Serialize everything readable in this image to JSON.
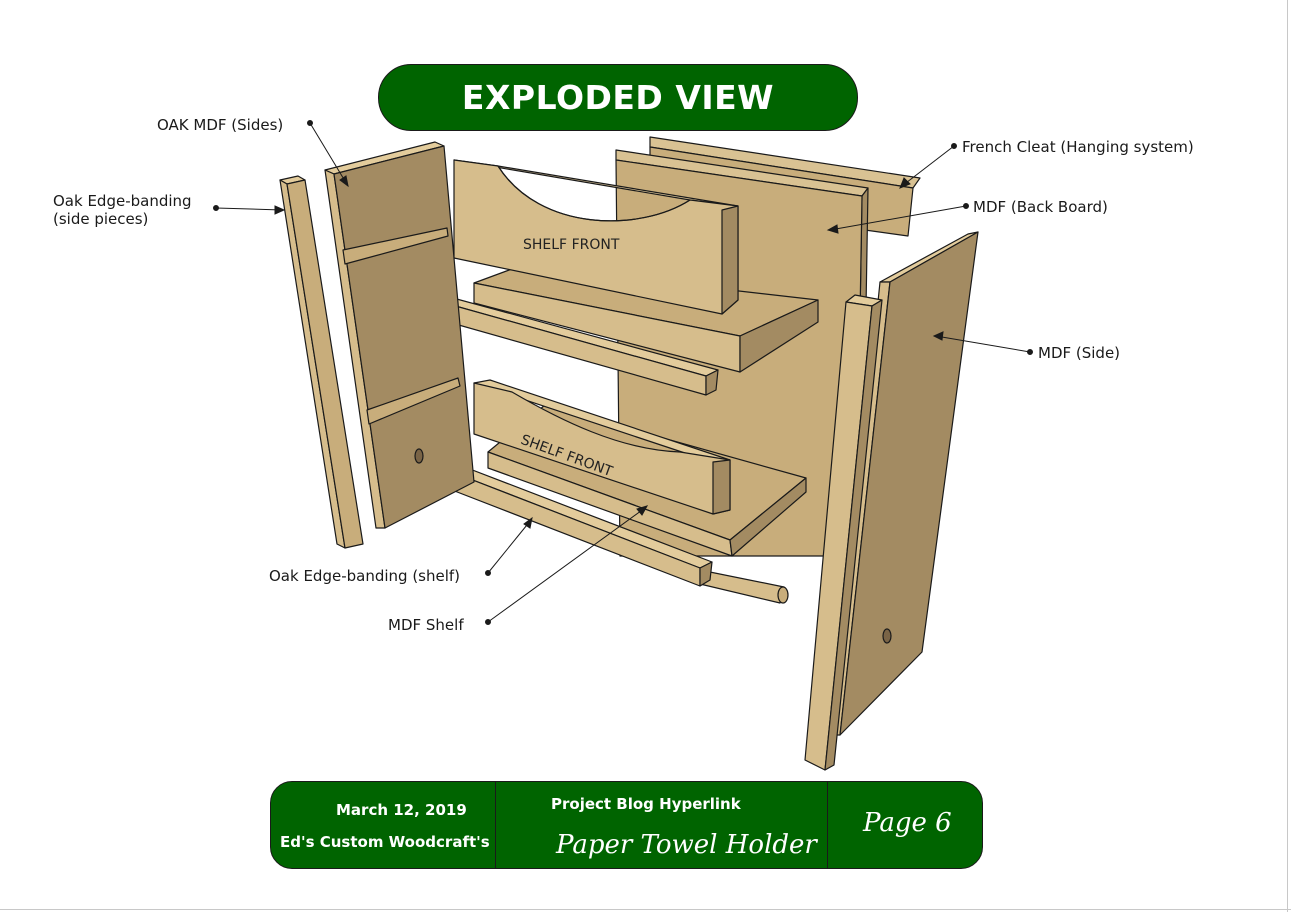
{
  "banner": {
    "title": "EXPLODED VIEW"
  },
  "labels": {
    "oak_mdf_sides": "OAK MDF (Sides)",
    "oak_edge_side_line1": "Oak Edge-banding",
    "oak_edge_side_line2": "(side pieces)",
    "french_cleat": "French Cleat (Hanging system)",
    "mdf_back_board": "MDF (Back Board)",
    "mdf_side": "MDF (Side)",
    "oak_edge_shelf": "Oak Edge-banding (shelf)",
    "mdf_shelf": "MDF Shelf"
  },
  "parts": {
    "shelf_front_top": "SHELF FRONT",
    "shelf_front_bottom": "SHELF FRONT"
  },
  "footer": {
    "date": "March 12, 2019",
    "company": "Ed's Custom Woodcraft's",
    "blog_link": "Project Blog Hyperlink",
    "project_title": "Paper Towel Holder",
    "page": "Page 6"
  },
  "colors": {
    "banner_green": "#006400",
    "wood_light": "#d6bd8c",
    "wood_mid": "#c8ad7b",
    "wood_dark": "#a38b62"
  }
}
